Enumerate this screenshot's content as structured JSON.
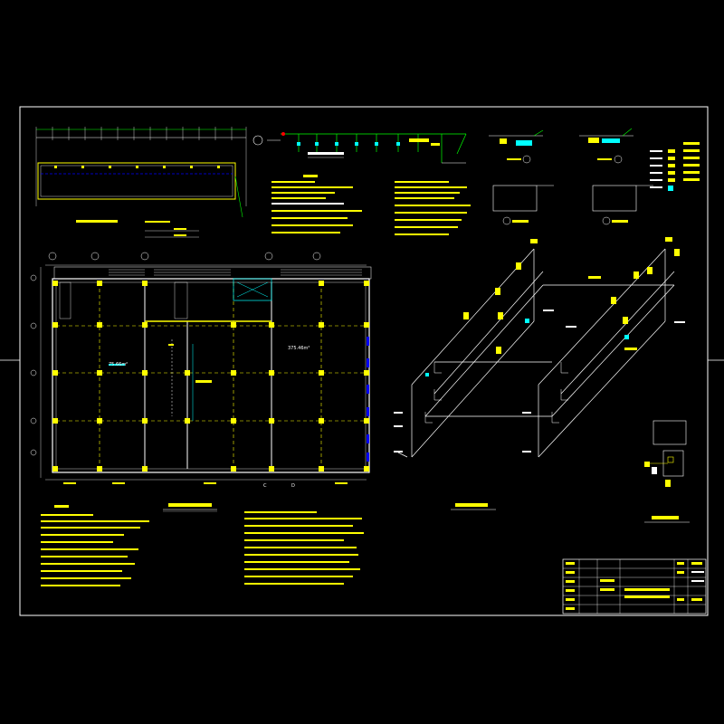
{
  "sheet": {
    "frame_color": "#ffffff",
    "accent_yellow": "#ffff00",
    "accent_green": "#00ff00",
    "accent_cyan": "#00ffff",
    "accent_blue": "#0000ff",
    "accent_red": "#ff0000"
  },
  "plan": {
    "area_labels": [
      "75.66m²",
      "375.46m²"
    ],
    "axis_letters_bottom": [
      "C",
      "D"
    ]
  },
  "title_block": {
    "rows": 6,
    "cols": 6
  }
}
